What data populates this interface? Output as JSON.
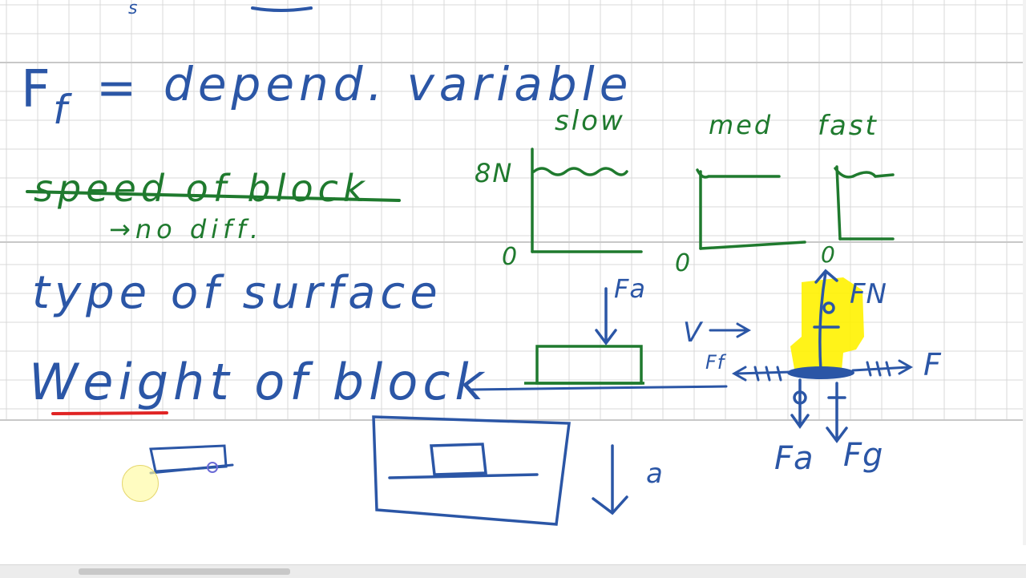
{
  "notes": {
    "subscript_top": "s",
    "ff_label": "F",
    "ff_sub": "f",
    "ff_equals": "=",
    "dependent_var": "depend. variable",
    "speed_struck": "speed of block",
    "no_diff": "→no diff.",
    "surface": "type of surface",
    "weight": "Weight of block"
  },
  "graphs": {
    "slow_label": "slow",
    "med_label": "med",
    "fast_label": "fast",
    "y_max_label": "8N",
    "zero": "0"
  },
  "diagram": {
    "fa_top": "Fa",
    "v_label": "V",
    "fn_label": "FN",
    "ff_label": "Ff",
    "f_label": "F",
    "fa_bottom": "Fa",
    "fg_label": "Fg",
    "a_label": "a"
  },
  "colors": {
    "ink_blue": "#2b56a6",
    "ink_green": "#1f7a2e",
    "ink_red": "#e02424",
    "highlight_yellow": "#fff200",
    "grid": "#d8d8d8"
  }
}
